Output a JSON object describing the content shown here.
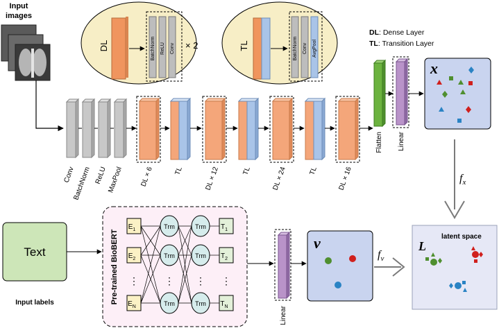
{
  "input_images": {
    "label_line1": "Input",
    "label_line2": "images"
  },
  "legend": {
    "dl_abbr": "DL",
    "dl_text": ": Dense Layer",
    "tl_abbr": "TL",
    "tl_text": ": Transition Layer"
  },
  "dense_block": {
    "title": "DL",
    "inner_layers": [
      "BatchNorm",
      "ReLU",
      "Conv"
    ],
    "repeat": "× 2"
  },
  "transition_block": {
    "title": "TL",
    "inner_layers": [
      "BatchNorm",
      "Conv",
      "AvgPool"
    ]
  },
  "backbone_layers": [
    "Conv",
    "BatchNorm",
    "ReLU",
    "MaxPool",
    "DL × 6",
    "TL",
    "DL × 12",
    "TL",
    "DL × 24",
    "TL",
    "DL × 16"
  ],
  "image_head": {
    "flatten": "Flatten",
    "linear": "Linear"
  },
  "image_embedding": {
    "symbol": "x",
    "fn": "f",
    "fn_sub": "x"
  },
  "text_input": {
    "box": "Text",
    "caption": "Input labels"
  },
  "biobert": {
    "title": "Pre-trained BioBERT",
    "inputs": [
      {
        "base": "E",
        "sub": "1"
      },
      {
        "base": "E",
        "sub": "2"
      },
      {
        "base": "E",
        "sub": "N"
      }
    ],
    "trm_label": "Trm",
    "outputs": [
      {
        "base": "T",
        "sub": "1"
      },
      {
        "base": "T",
        "sub": "2"
      },
      {
        "base": "T",
        "sub": "N"
      }
    ],
    "ellipsis": "⋮"
  },
  "text_head": {
    "linear": "Linear"
  },
  "text_embedding": {
    "symbol": "v",
    "fn": "f",
    "fn_sub": "v"
  },
  "latent": {
    "symbol": "L",
    "title": "latent space"
  },
  "colors": {
    "orange": "#f4a67a",
    "blue": "#a9c4e8",
    "gray": "#c8c8c8",
    "green": "#6cb33f",
    "purple": "#a07ab2",
    "embed_bg": "#c9d4ef",
    "latent_bg": "#e6e8f6",
    "text_box": "#cde6b8",
    "oval_bg": "#f7eec6",
    "biobert_bg": "#fdeff7",
    "trm": "#d6ecec",
    "token": "#fbf1c5",
    "output": "#e3f0d9",
    "marker_red": "#d0201d",
    "marker_green": "#4f8f2f",
    "marker_blue": "#2a83c4"
  }
}
